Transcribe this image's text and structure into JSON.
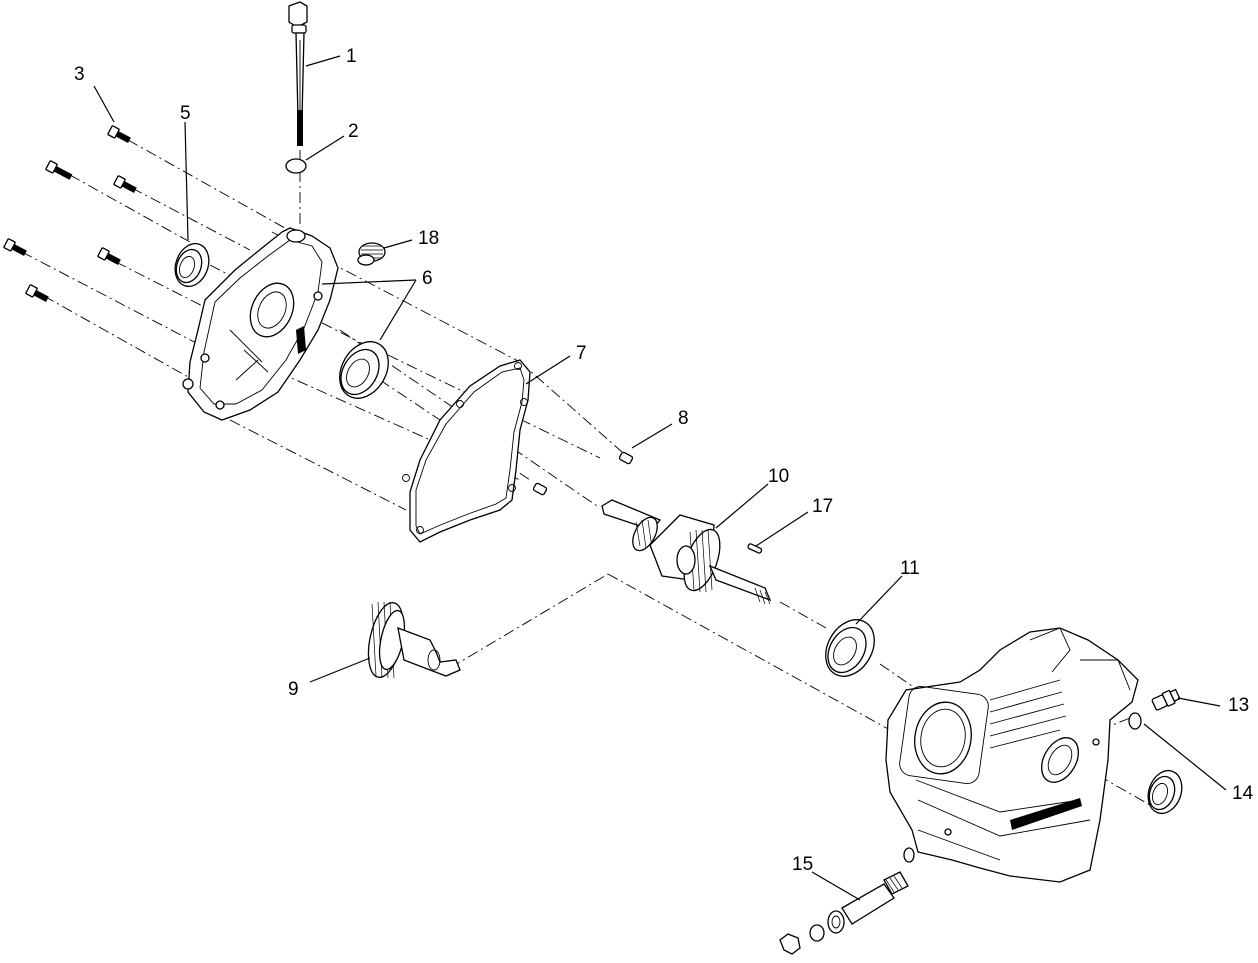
{
  "diagram": {
    "type": "exploded-parts-view",
    "callouts": [
      "1",
      "2",
      "3",
      "5",
      "6",
      "7",
      "8",
      "9",
      "10",
      "11",
      "13",
      "14",
      "15",
      "17",
      "18"
    ]
  }
}
